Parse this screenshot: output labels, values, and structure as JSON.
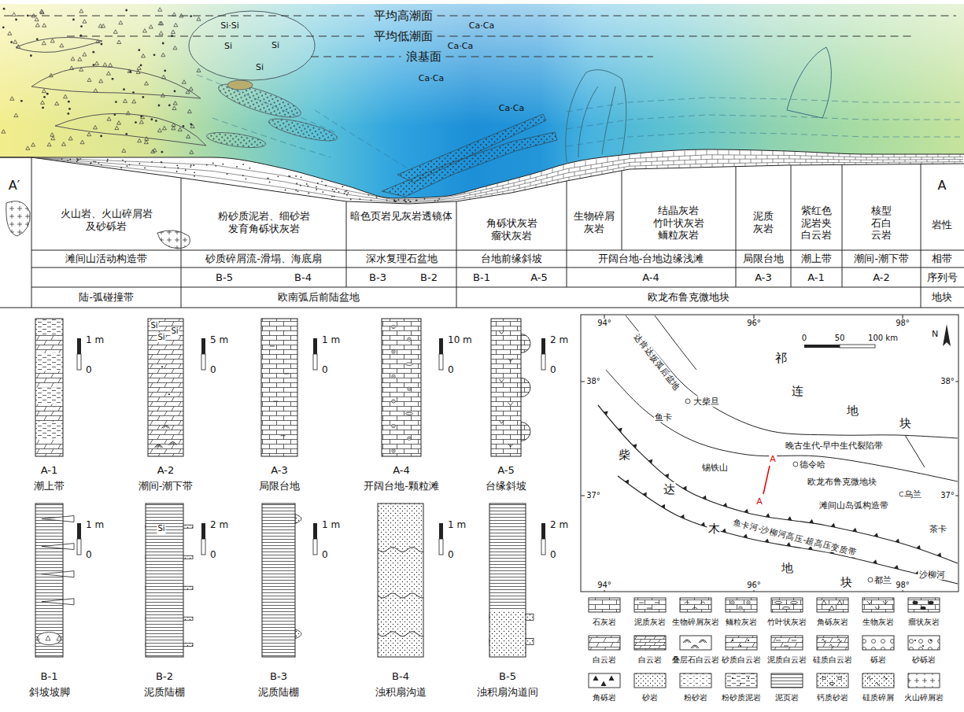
{
  "diagram": {
    "nodes": [
      {
        "text": [
          "A-1",
          "潮上带"
        ]
      },
      {
        "text": [
          "A-2",
          "潮间-潮下带"
        ]
      },
      {
        "text": [
          "A-3",
          "局限台地"
        ]
      },
      {
        "text": [
          "A-4",
          "开阔台地-颗粒滩"
        ]
      },
      {
        "text": [
          "A-5",
          "台缘斜坡"
        ]
      },
      {
        "text": [
          "B-1",
          "斜坡坡脚"
        ]
      },
      {
        "text": [
          "B-2",
          "泥质陆棚"
        ]
      },
      {
        "text": [
          "B-3",
          "泥质陆棚"
        ]
      },
      {
        "text": [
          "B-4",
          "浊积扇沟道"
        ]
      },
      {
        "text": [
          "B-5",
          "浊积扇沟道间"
        ]
      }
    ],
    "labels": [
      "平均高潮面",
      "平均低潮面",
      "浪基面",
      "Si·Si",
      "Si",
      "Si",
      "Si",
      "Ca·Ca",
      "Ca·Ca",
      "Ca·Ca",
      "Ca·Ca",
      "A′",
      "A",
      "火山岩、火山碎屑岩 及砂砾岩",
      "粉砂质泥岩、细砂岩 发育角砾状灰岩",
      "暗色页岩见灰岩透镜体",
      "角砾状灰岩 瘤状灰岩",
      "生物碎屑 灰岩",
      "结晶灰岩 竹叶状灰岩 鲕粒灰岩",
      "泥质 灰岩",
      "紫红色 泥岩夹 白云岩",
      "核型 石白 云岩",
      "岩性",
      "滩间山活动构造带",
      "砂质碎屑流-滑塌、海底扇",
      "深水复理石盆地",
      "台地前缘斜坡",
      "开阔台地-台地边缘浅滩",
      "局限台地",
      "潮上带",
      "潮间-潮下带",
      "相带",
      "B-5",
      "B-4",
      "B-3",
      "B-2",
      "B-1",
      "A-5",
      "A-4",
      "A-3",
      "A-1",
      "A-2",
      "序列号",
      "陆-弧碰撞带",
      "欧南弧后前陆盆地",
      "欧龙布鲁克微地块",
      "地块",
      "1 m",
      "0",
      "5 m",
      "0",
      "Si",
      "Si",
      "Si",
      "1 m",
      "0",
      "10 m",
      "0",
      "2 m",
      "0",
      "1 m",
      "0",
      "2 m",
      "0",
      "Si",
      "1 m",
      "0",
      "1 m",
      "0",
      "2 m",
      "0",
      "94°",
      "96°",
      "98°",
      "38°",
      "38°",
      "37°",
      "37°",
      "94°",
      "96°",
      "98°",
      "0",
      "50",
      "100 km",
      "N",
      "祁",
      "连",
      "地",
      "块",
      "柴",
      "达",
      "木",
      "地",
      "块",
      "达肯达坂弧后盆地",
      "鱼卡",
      "大柴旦",
      "锡铁山",
      "晚古生代-早中生代裂陷带",
      "德令哈",
      "欧龙布鲁克微地块",
      "滩间山岛弧构造带",
      "乌兰",
      "茶卡",
      "鱼卡河-沙柳河高压-超高压变质带",
      "都兰",
      "沙柳河",
      "A",
      "A"
    ],
    "legend": [
      {
        "text": "石灰岩"
      },
      {
        "text": "泥质灰岩"
      },
      {
        "text": "生物碎屑灰岩"
      },
      {
        "text": "鲕粒灰岩"
      },
      {
        "text": "竹叶状灰岩"
      },
      {
        "text": "角砾灰岩"
      },
      {
        "text": "生物灰岩"
      },
      {
        "text": "瘤状灰岩"
      },
      {
        "text": "白云岩"
      },
      {
        "text": "白云岩"
      },
      {
        "text": "叠层石白云岩"
      },
      {
        "text": "砂质白云岩"
      },
      {
        "text": "泥质白云岩"
      },
      {
        "text": "硅质白云岩"
      },
      {
        "text": "砾岩"
      },
      {
        "text": "砂砾岩"
      },
      {
        "text": "角砾岩"
      },
      {
        "text": "砂岩"
      },
      {
        "text": "粉砂岩"
      },
      {
        "text": "粉砂质泥岩"
      },
      {
        "text": "泥页岩"
      },
      {
        "text": "钙质砂岩"
      },
      {
        "text": "硅质碎屑"
      },
      {
        "text": "火山碎屑岩"
      }
    ]
  }
}
